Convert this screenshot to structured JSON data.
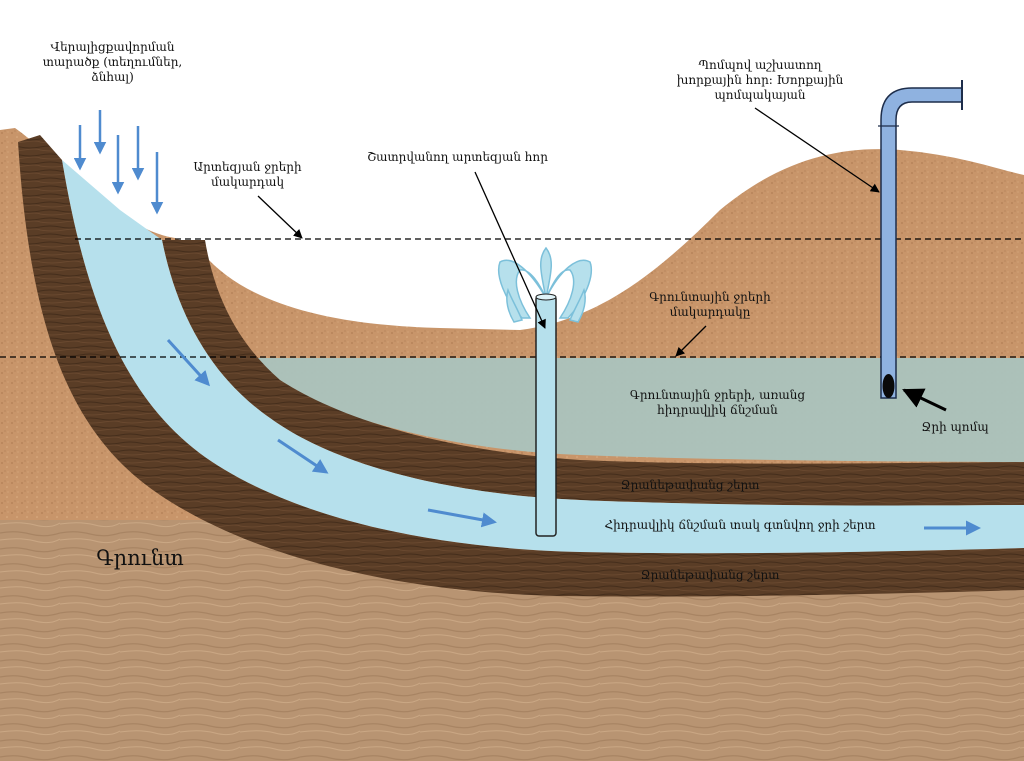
{
  "colors": {
    "sky": "#ffffff",
    "hill": "#c8956a",
    "bedrock": "#b89472",
    "confining_layer": "#4e3522",
    "confining_layer_dark": "#3a2717",
    "aquifer_water": "#b6e0ec",
    "unconfined_groundwater": "#a9c4c0",
    "pipe": "#8fb2e0",
    "arrow_blue": "#4f8bcf"
  },
  "labels": {
    "recharge_area": "Վերալիցքավորման\nտարածք (տեղումներ,\nձնհալ)",
    "artesian_water_level": "Արտեզյան ջրերի\nմակարդակ",
    "flowing_artesian_well": "Շատրվանող արտեզյան հոր",
    "pumped_well": "Պոմպով աշխատող\nխորքային հոր: Խորքային\nպոմպակայան",
    "groundwater_level": "Գրունտային ջրերի\nմակարդակը",
    "unconfined_groundwater": "Գրունտային ջրերի, առանց\nհիդրավլիկ ճնշման",
    "water_pump": "Ջրի պոմպ",
    "upper_impermeable_layer": "Ջրանեթափանց շերտ",
    "confined_aquifer": "Հիդրավլիկ ճնշման տակ գտնվող ջրի շերտ",
    "lower_impermeable_layer": "Ջրանեթափանց շերտ",
    "soil": "Գրունտ"
  },
  "icons": {
    "rain": "downward-arrow-icon",
    "flow": "flow-arrow-icon",
    "fountain": "water-fountain-icon"
  }
}
